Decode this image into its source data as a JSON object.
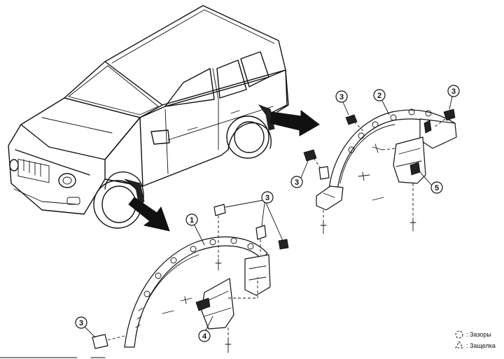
{
  "callouts": {
    "c1": "1",
    "c2": "2",
    "c3": "3",
    "c4": "4",
    "c5": "5"
  },
  "legend": {
    "clips_label": ": Зазоры",
    "latches_label": ": Защелка",
    "clips_symbol": "circle-dashed-icon",
    "latches_symbol": "triangle-dashed-icon"
  }
}
